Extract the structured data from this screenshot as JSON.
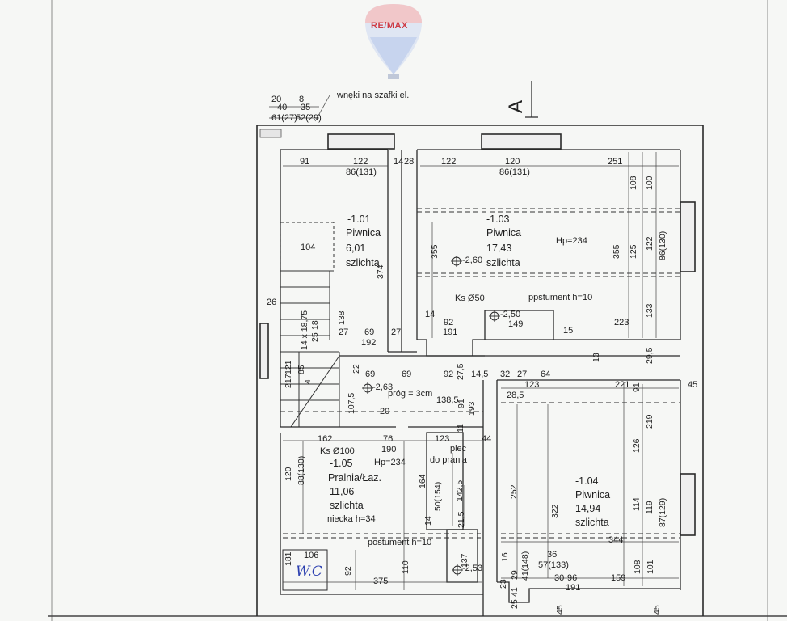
{
  "logo": {
    "brand_text": "RE/MAX",
    "colors": {
      "red": "#d23a45",
      "blue": "#3b66c4",
      "white": "#ffffff"
    }
  },
  "section_marker": "A",
  "annotation_top": "wnęki na szafki el.",
  "rooms": [
    {
      "number": "-1.01",
      "name": "Piwnica",
      "area": "6,01",
      "floor": "szlichta"
    },
    {
      "number": "-1.03",
      "name": "Piwnica",
      "area": "17,43",
      "floor": "szlichta",
      "height": "Hp=234"
    },
    {
      "number": "-1.05",
      "name": "Pralnia/Łaz.",
      "area": "11,06",
      "floor": "szlichta",
      "height": "Hp=234",
      "extra": "niecka h=34"
    },
    {
      "number": "-1.04",
      "name": "Piwnica",
      "area": "14,94",
      "floor": "szlichta"
    }
  ],
  "notes": {
    "pedestal_top": "ppstument h=10",
    "pedestal_bottom": "postument h=10",
    "threshold": "próg = 3cm",
    "oven_line1": "piec",
    "oven_line2": "do prania",
    "ks50": "Ks Ø50",
    "ks100": "Ks Ø100",
    "stairs": "14 x 18,75",
    "handwritten": "W.C"
  },
  "levels": [
    "-2,60",
    "-2,50",
    "-2,63",
    "-2,53"
  ],
  "dimensions_h": [
    "20",
    "8",
    "40",
    "35",
    "61(27)",
    "52(29)",
    "91",
    "122",
    "86(131)",
    "14",
    "28",
    "122",
    "120",
    "86(131)",
    "251",
    "104",
    "26",
    "27",
    "69",
    "27",
    "192",
    "92",
    "191",
    "14",
    "149",
    "15",
    "223",
    "69",
    "69",
    "92",
    "14,5",
    "32",
    "27",
    "64",
    "221",
    "45",
    "138,5",
    "28,5",
    "123",
    "20",
    "162",
    "76",
    "123",
    "44",
    "190",
    "106",
    "375",
    "36",
    "57(133)",
    "30",
    "96",
    "159",
    "191",
    "344"
  ],
  "dimensions_v": [
    "108",
    "100",
    "122",
    "86(130)",
    "355",
    "125",
    "355",
    "374",
    "133",
    "13",
    "29,5",
    "138",
    "25",
    "18",
    "85",
    "121",
    "217",
    "22",
    "107,5",
    "27,5",
    "91",
    "193",
    "11",
    "91",
    "219",
    "120",
    "88(130)",
    "164",
    "50(154)",
    "142,5",
    "14",
    "21,5",
    "252",
    "322",
    "126",
    "114",
    "119",
    "87(129)",
    "181",
    "92",
    "110",
    "137",
    "16",
    "29",
    "41(148)",
    "23",
    "41",
    "25",
    "45",
    "108",
    "101",
    "45",
    "4"
  ]
}
